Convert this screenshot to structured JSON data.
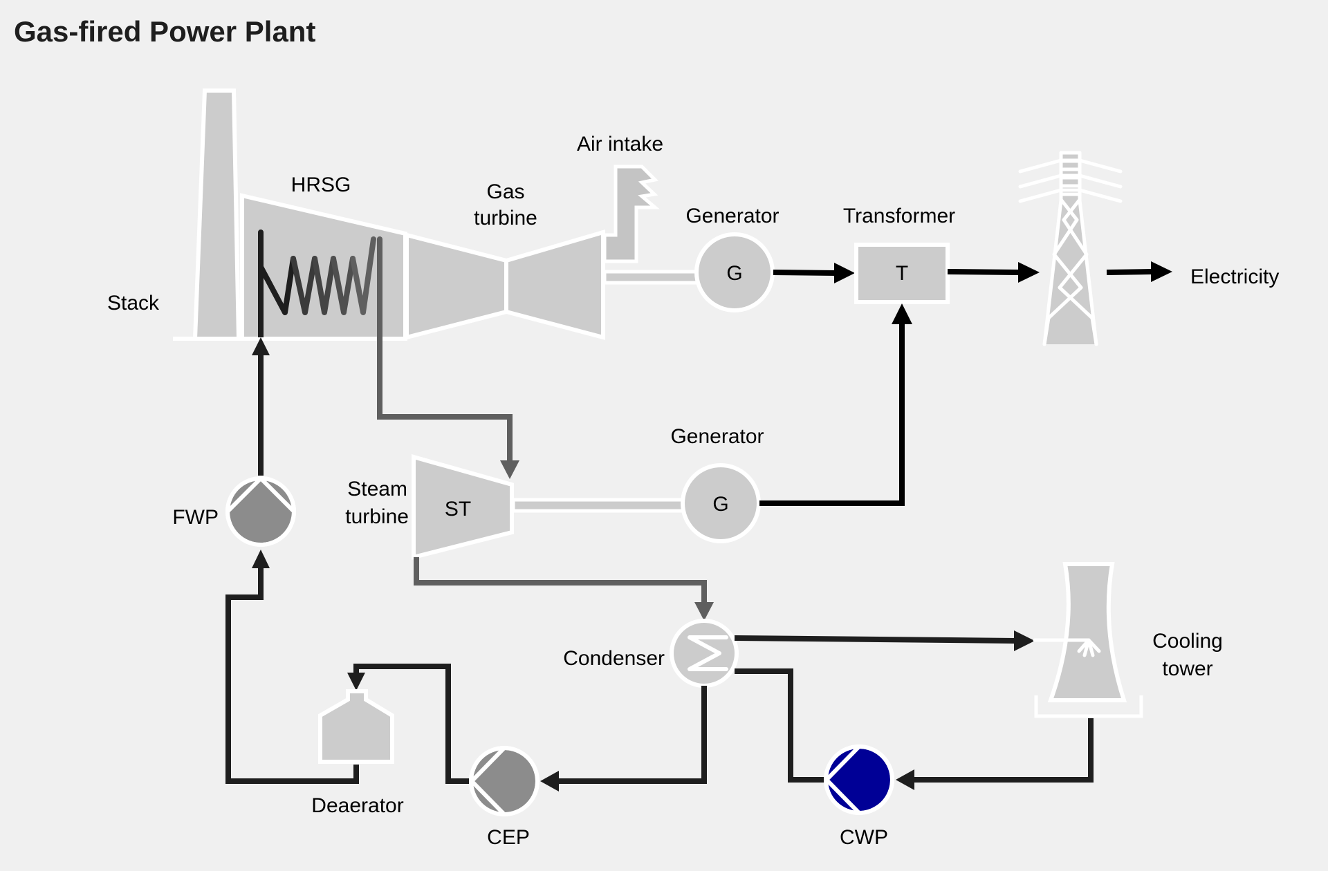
{
  "title": "Gas-fired Power Plant",
  "labels": {
    "stack": "Stack",
    "hrsg": "HRSG",
    "gas_turbine_line1": "Gas",
    "gas_turbine_line2": "turbine",
    "air_intake": "Air intake",
    "generator_top": "Generator",
    "transformer": "Transformer",
    "electricity": "Electricity",
    "generator_bottom": "Generator",
    "steam_turbine_line1": "Steam",
    "steam_turbine_line2": "turbine",
    "fwp": "FWP",
    "condenser": "Condenser",
    "deaerator": "Deaerator",
    "cep": "CEP",
    "cwp": "CWP",
    "cooling_tower_line1": "Cooling",
    "cooling_tower_line2": "tower"
  },
  "symbols": {
    "generator_top": "G",
    "generator_bottom": "G",
    "transformer": "T",
    "steam_turbine": "ST"
  },
  "colors": {
    "background": "#f0f0f0",
    "equipment": "#cccccc",
    "pump": "#8c8c8c",
    "cooling_water_pump": "#000096",
    "water_pipe": "#1e1e1e",
    "steam_pipe": "#5f5f5f",
    "electric_line": "#000000"
  }
}
